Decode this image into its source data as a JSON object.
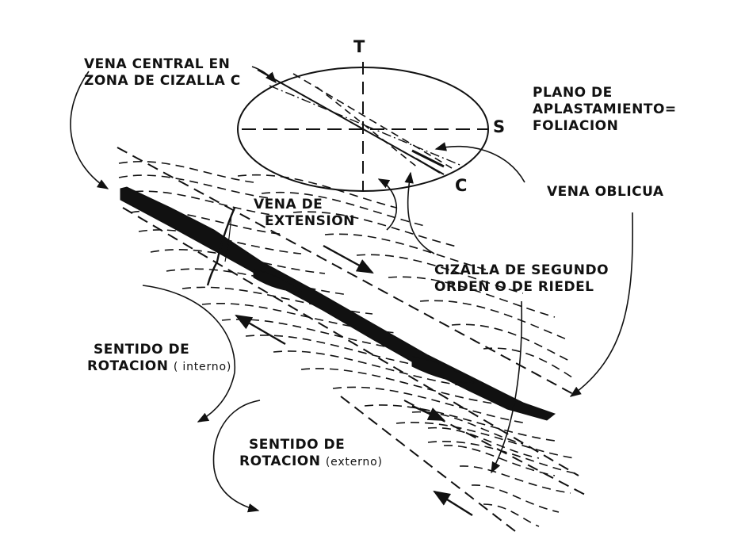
{
  "labels": {
    "t_axis": "T",
    "s_axis": "S",
    "c_axis": "C",
    "vena_central_line1": "VENA CENTRAL EN",
    "vena_central_line2": "ZONA DE CIZALLA C",
    "plano_line1": "PLANO DE",
    "plano_line2": "APLASTAMIENTO=",
    "plano_line3": "FOLIACION",
    "vena_oblicua": "VENA OBLICUA",
    "vena_extension_line1": "VENA DE",
    "vena_extension_line2": "EXTENSION",
    "cizalla_line1": "CIZALLA DE SEGUNDO",
    "cizalla_line2": "ORDEN O DE RIEDEL",
    "rot_int_line1": "SENTIDO DE",
    "rot_int_line2_main": "ROTACION",
    "rot_int_line2_paren": "( interno)",
    "rot_ext_line1": "SENTIDO DE",
    "rot_ext_line2_main": "ROTACION",
    "rot_ext_line2_paren": "(externo)"
  },
  "colors": {
    "ink": "#111111",
    "paper": "#ffffff"
  }
}
